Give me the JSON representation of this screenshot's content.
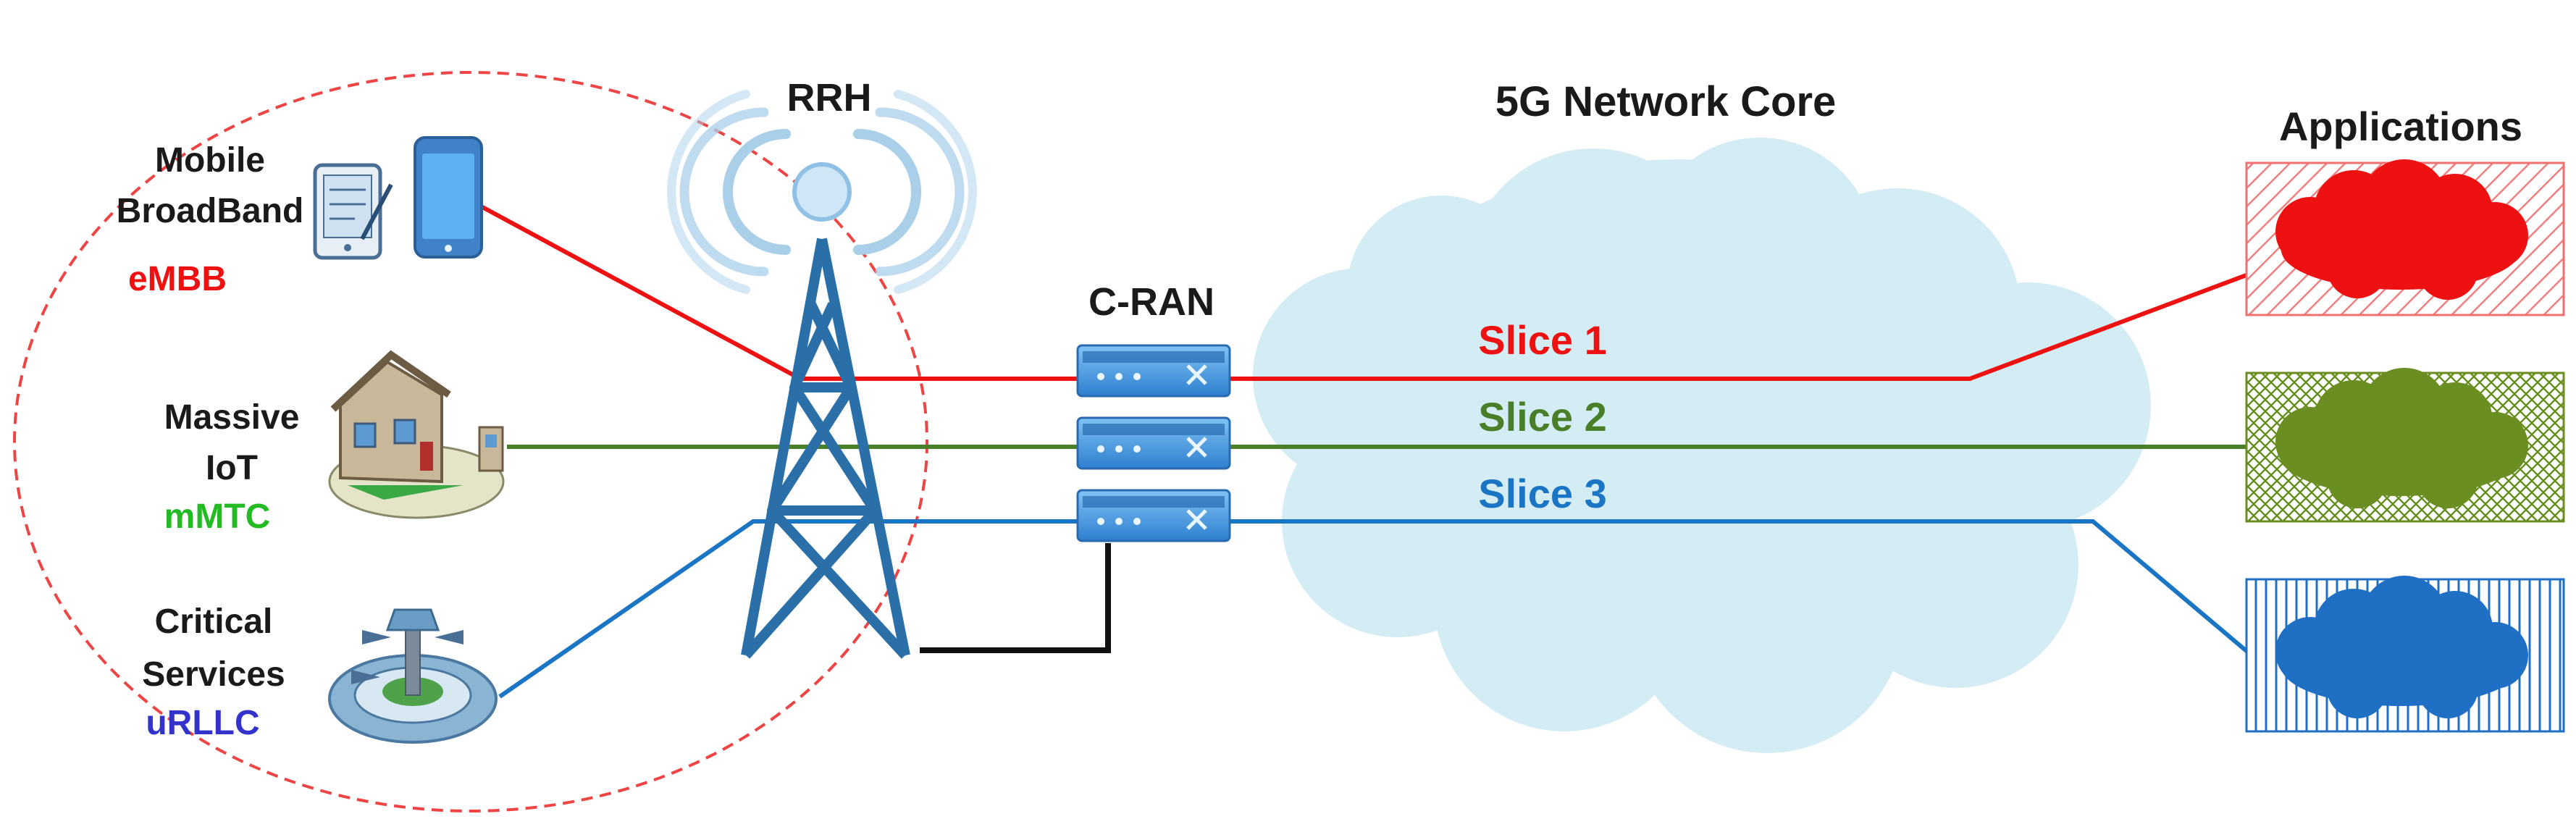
{
  "left_group": {
    "embb": {
      "title_line1": "Mobile",
      "title_line2": "BroadBand",
      "tag": "eMBB",
      "tag_color": "#ee1111"
    },
    "mmtc": {
      "title_line1": "Massive",
      "title_line2": "IoT",
      "tag": "mMTC",
      "tag_color": "#22bb22"
    },
    "urllc": {
      "title_line1": "Critical",
      "title_line2": "Services",
      "tag": "uRLLC",
      "tag_color": "#3333cc"
    }
  },
  "rrh_label": "RRH",
  "cran_label": "C-RAN",
  "core_label": "5G Network Core",
  "applications_label": "Applications",
  "slices": [
    {
      "label": "Slice 1",
      "color": "#ee1111"
    },
    {
      "label": "Slice 2",
      "color": "#4a7f2a"
    },
    {
      "label": "Slice 3",
      "color": "#1a75c4"
    }
  ],
  "colors": {
    "cloud": "#d4edf5",
    "tower": "#2a6fa8",
    "server": "#3d8fd6",
    "ellipse": "#ee4444",
    "app_red": "#ee1111",
    "app_green": "#6b8e23",
    "app_blue": "#1f6fc4",
    "backhaul": "#111111"
  },
  "icons": {
    "tablet": "tablet-icon",
    "phone": "smartphone-icon",
    "house": "smart-home-icon",
    "airport": "airport-tower-icon",
    "tower": "cell-tower-icon",
    "server": "server-rack-icon",
    "cloud": "cloud-icon"
  }
}
